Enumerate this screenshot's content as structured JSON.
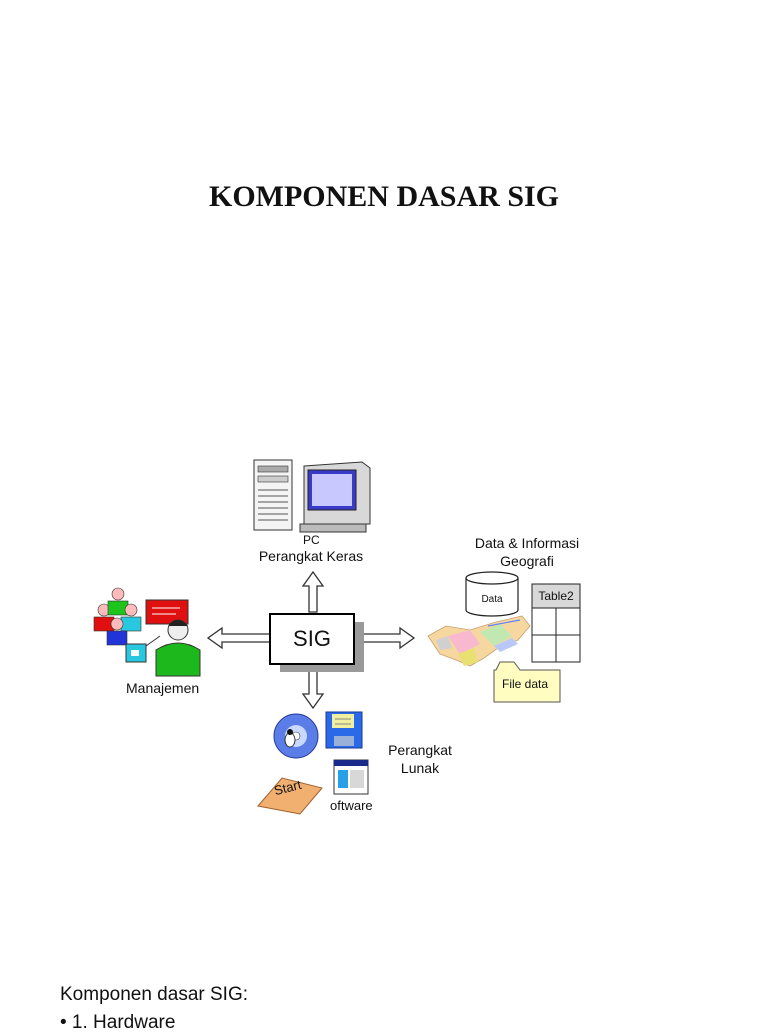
{
  "title": "KOMPONEN DASAR SIG",
  "diagram": {
    "center": "SIG",
    "hardware": {
      "device": "PC",
      "label": "Perangkat Keras"
    },
    "data": {
      "label_line1": "Data & Informasi",
      "label_line2": "Geografi",
      "db": "Data",
      "table": "Table2",
      "file": "File data"
    },
    "management": {
      "label": "Manajemen"
    },
    "software": {
      "label_line1": "Perangkat",
      "label_line2": "Lunak",
      "start": "Start",
      "caption": "oftware"
    }
  },
  "body": {
    "intro": "Komponen dasar SIG:",
    "next_line": "• 1. Hardware"
  }
}
